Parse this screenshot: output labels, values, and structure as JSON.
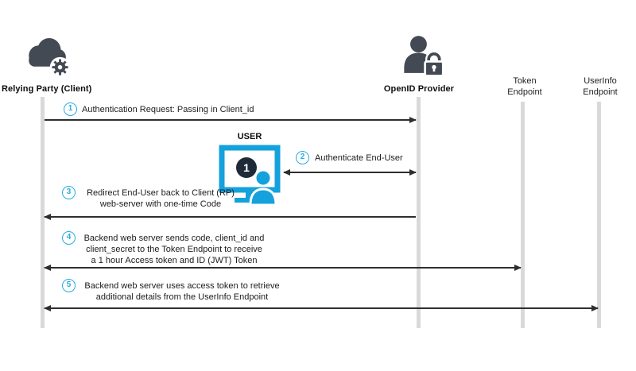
{
  "colors": {
    "cyan": "#29abe2",
    "monitor": "#14a1dc",
    "dark": "#434a54",
    "lifeline": "#d9d9d9",
    "arrow": "#2e2e2e",
    "badge": "#1f2a38"
  },
  "actors": {
    "relying_party": {
      "label": "Relying Party (Client)",
      "icon": "cloud-gear-icon"
    },
    "openid_provider": {
      "label": "OpenID Provider",
      "icon": "person-lock-icon"
    },
    "token_endpoint": {
      "lines": [
        "Token",
        "Endpoint"
      ]
    },
    "userinfo_endpoint": {
      "lines": [
        "UserInfo",
        "Endpoint"
      ]
    }
  },
  "user": {
    "label": "USER",
    "screen_badge": "1"
  },
  "steps": [
    {
      "num": "1",
      "lines": [
        "Authentication Request: Passing in Client_id"
      ]
    },
    {
      "num": "2",
      "lines": [
        "Authenticate End-User"
      ]
    },
    {
      "num": "3",
      "lines": [
        "Redirect End-User back to Client (RP)",
        "web-server with one-time Code"
      ]
    },
    {
      "num": "4",
      "lines": [
        "Backend web server sends code, client_id and",
        "client_secret to the Token Endpoint to receive",
        "a 1 hour Access token and ID (JWT) Token"
      ]
    },
    {
      "num": "5",
      "lines": [
        "Backend web server uses access token to retrieve",
        "additional details from the UserInfo Endpoint"
      ]
    }
  ]
}
